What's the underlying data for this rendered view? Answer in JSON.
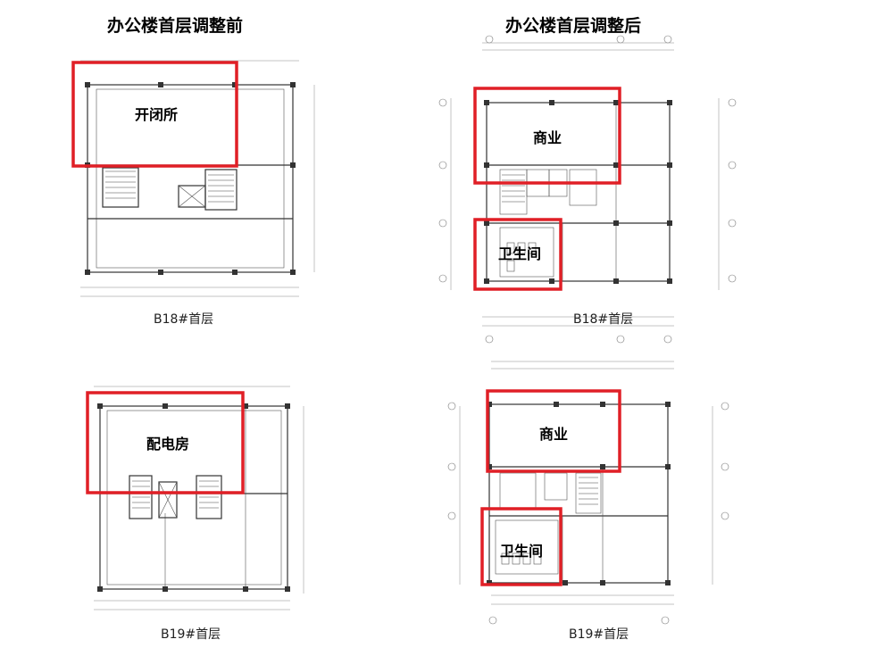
{
  "titles": {
    "before": "办公楼首层调整前",
    "after": "办公楼首层调整后"
  },
  "captions": {
    "b18_before": "B18#首层",
    "b18_after": "B18#首层",
    "b19_before": "B19#首层",
    "b19_after": "B19#首层"
  },
  "labels": {
    "kaibisuo": "开闭所",
    "peidianfang": "配电房",
    "shangye_b18": "商业",
    "weishengjian_b18": "卫生间",
    "shangye_b19": "商业",
    "weishengjian_b19": "卫生间"
  },
  "colors": {
    "highlight": "#e01f26",
    "walls": "#333333"
  }
}
